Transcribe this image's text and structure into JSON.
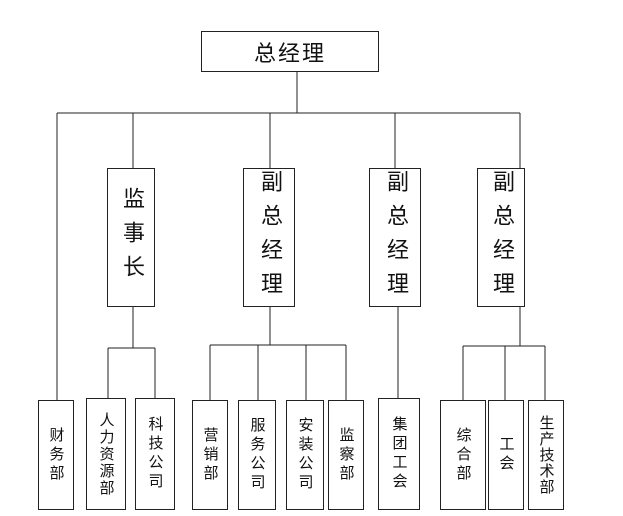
{
  "org_chart": {
    "root": {
      "label": "总经理"
    },
    "level2": [
      {
        "id": "chairman",
        "label": "监事长"
      },
      {
        "id": "vp1",
        "label": "副总经理"
      },
      {
        "id": "vp2",
        "label": "副总经理"
      },
      {
        "id": "vp3",
        "label": "副总经理"
      }
    ],
    "departments": [
      {
        "id": "finance",
        "label": "财务部",
        "parent": "root"
      },
      {
        "id": "hr",
        "label": "人力资源部",
        "parent": "chairman"
      },
      {
        "id": "tech_company",
        "label": "科技公司",
        "parent": "chairman"
      },
      {
        "id": "marketing",
        "label": "营销部",
        "parent": "vp1"
      },
      {
        "id": "service_company",
        "label": "服务公司",
        "parent": "vp1"
      },
      {
        "id": "install_company",
        "label": "安装公司",
        "parent": "vp1"
      },
      {
        "id": "supervision",
        "label": "监察部",
        "parent": "vp1"
      },
      {
        "id": "group_union",
        "label": "集团工会",
        "parent": "vp2"
      },
      {
        "id": "general",
        "label": "综合部",
        "parent": "vp3"
      },
      {
        "id": "union",
        "label": "工会",
        "parent": "vp3"
      },
      {
        "id": "production_tech",
        "label": "生产技术部",
        "parent": "vp3"
      }
    ]
  }
}
